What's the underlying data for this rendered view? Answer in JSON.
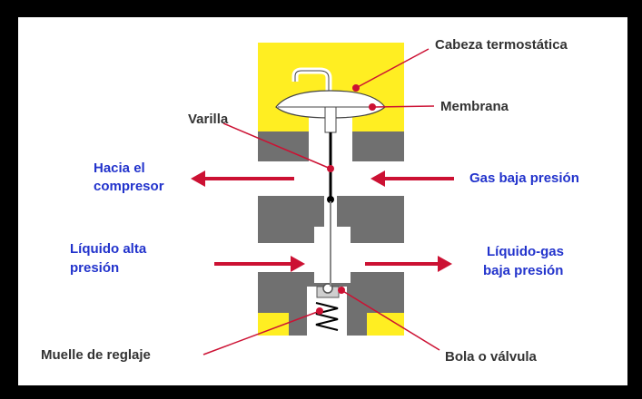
{
  "labels": {
    "cabeza": "Cabeza termostática",
    "membrana": "Membrana",
    "varilla": "Varilla",
    "hacia_1": "Hacia el",
    "hacia_2": "compresor",
    "gas_baja": "Gas baja presión",
    "liquido_alta_1": "Líquido alta",
    "liquido_alta_2": "presión",
    "liquido_gas_1": "Líquido-gas",
    "liquido_gas_2": "baja presión",
    "muelle": "Muelle de reglaje",
    "bola": "Bola o válvula"
  },
  "colors": {
    "housing_gray": "#707070",
    "head_yellow": "#ffee22",
    "arrow_red": "#cc1133",
    "label_blue": "#2233cc",
    "label_dark": "#333333"
  }
}
